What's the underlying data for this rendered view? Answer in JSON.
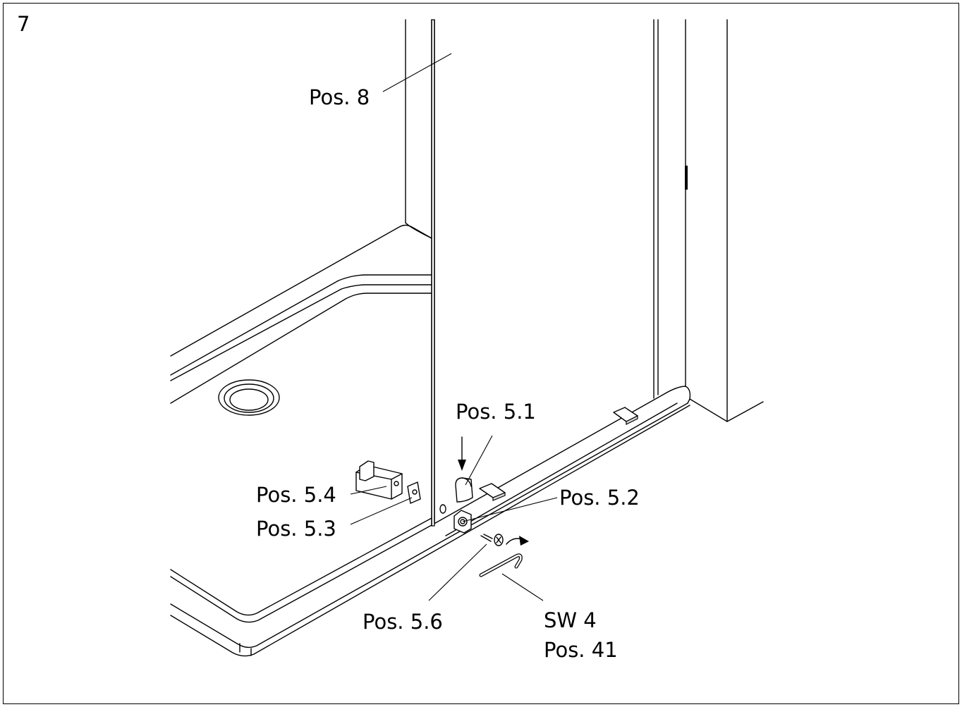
{
  "figure": {
    "step_number": "7",
    "labels": {
      "pos_8": "Pos. 8",
      "pos_5_1": "Pos. 5.1",
      "pos_5_2": "Pos. 5.2",
      "pos_5_3": "Pos. 5.3",
      "pos_5_4": "Pos. 5.4",
      "pos_5_6": "Pos. 5.6",
      "sw_4": "SW 4",
      "pos_41": "Pos. 41"
    }
  }
}
